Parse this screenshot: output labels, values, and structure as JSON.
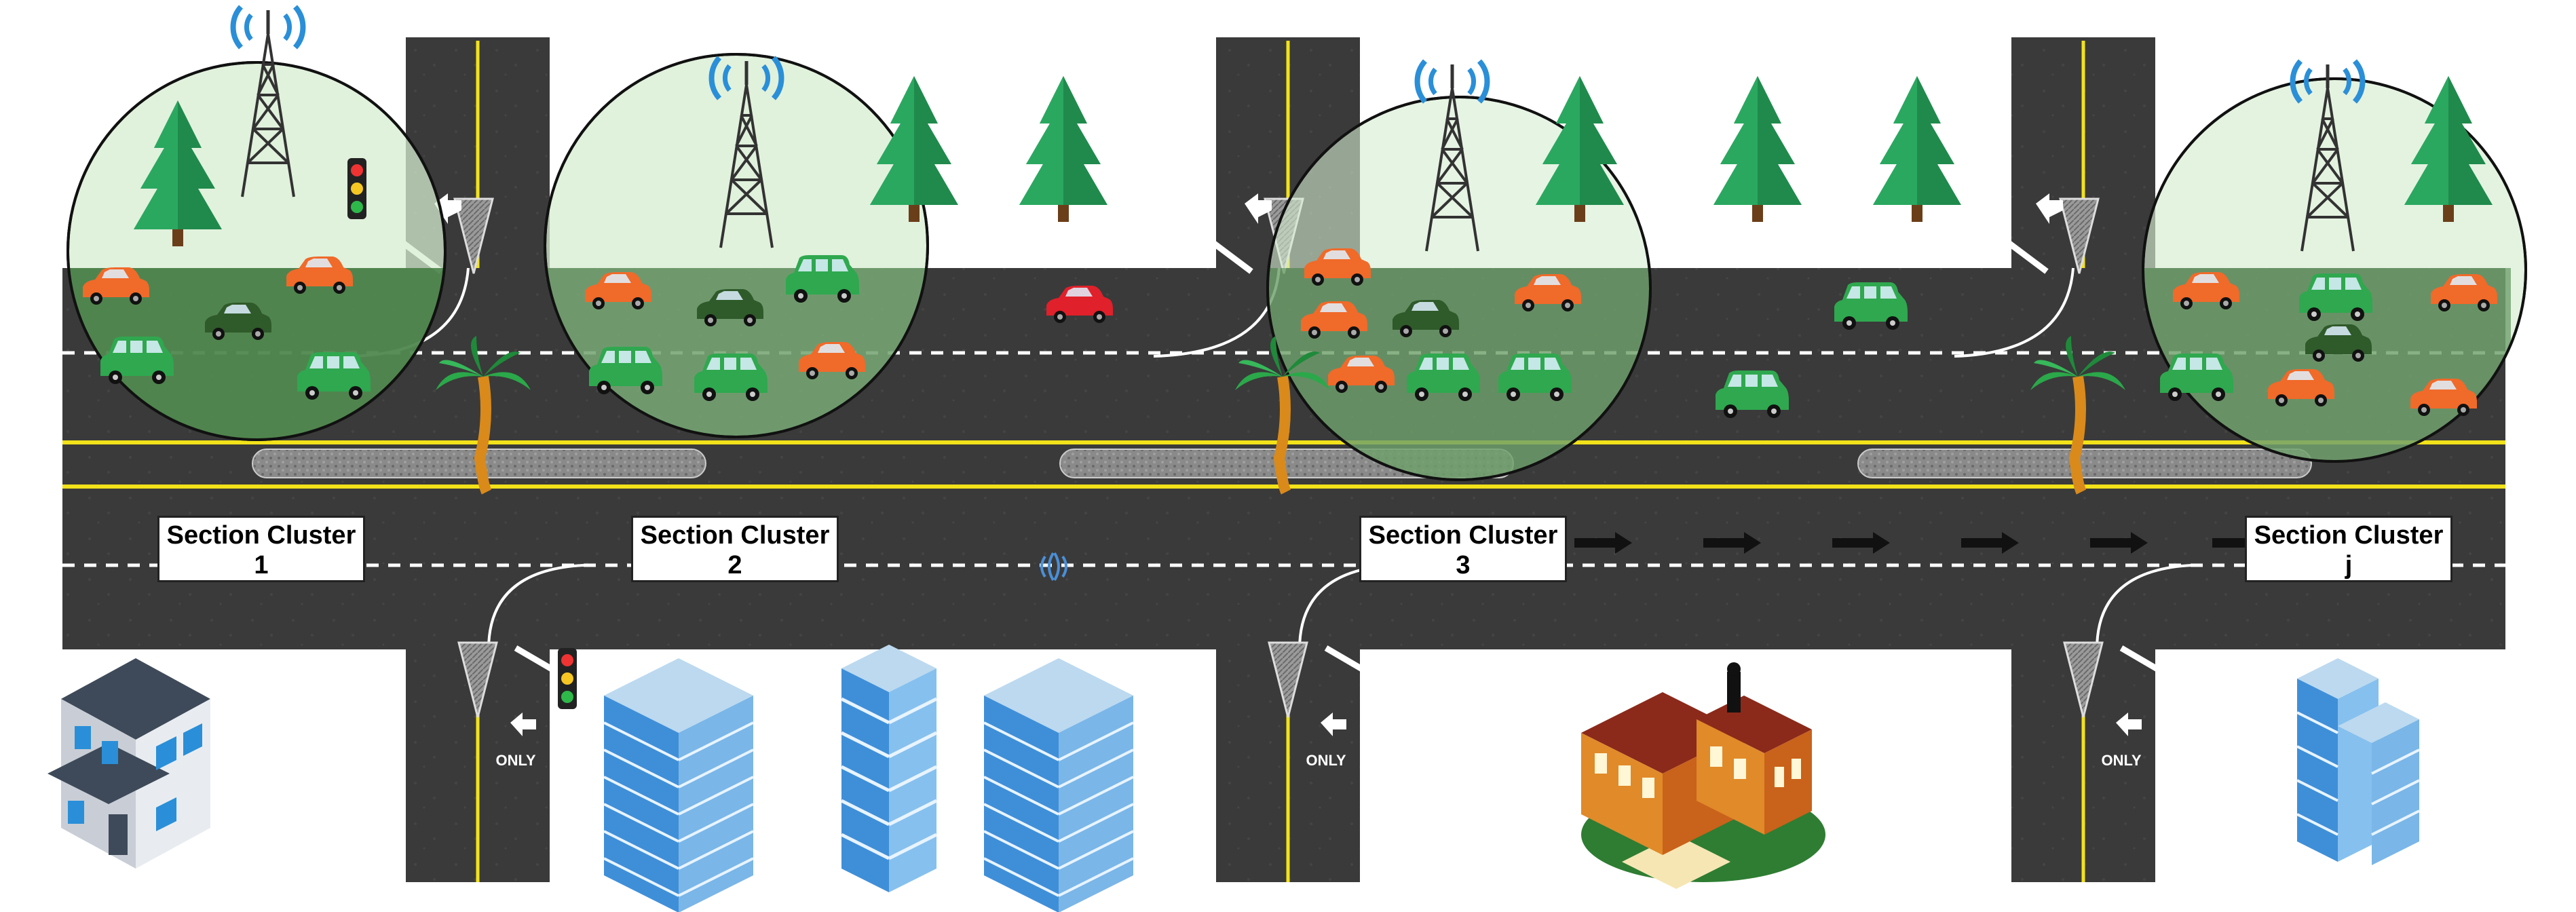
{
  "clusters": [
    {
      "title": "Section Cluster",
      "id": "1"
    },
    {
      "title": "Section Cluster",
      "id": "2"
    },
    {
      "title": "Section Cluster",
      "id": "3"
    },
    {
      "title": "Section Cluster",
      "id": "j"
    }
  ],
  "signs": {
    "only": "ONLY"
  },
  "colors": {
    "road": "#3a3a3a",
    "lane_line_yellow": "#f2e21a",
    "lane_line_white": "#ffffff",
    "coverage": "#cfe8c0",
    "vehicle_orange": "#f06a2a",
    "vehicle_green": "#2fa84f",
    "vehicle_red": "#e0202a",
    "building_blue": "#4a9fe0",
    "tree_green": "#1f8a4c"
  },
  "icons": [
    "cell-tower-icon",
    "traffic-light-icon",
    "tree-icon",
    "palm-tree-icon",
    "car-icon",
    "suv-icon",
    "building-icon",
    "house-icon",
    "school-icon",
    "arrow-icon"
  ]
}
